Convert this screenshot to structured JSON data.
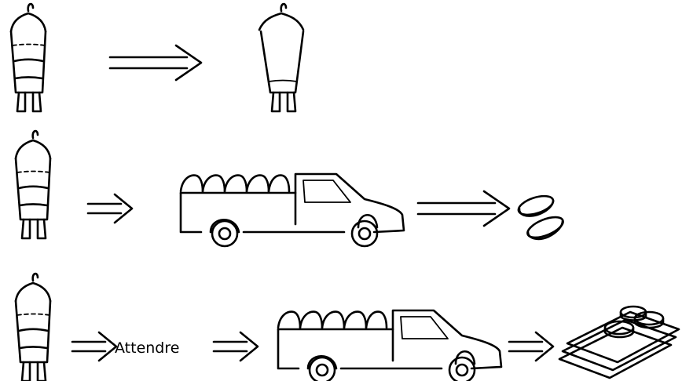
{
  "rows": [
    {
      "steps": [
        "beehive-full",
        "arrow",
        "beehive-empty"
      ]
    },
    {
      "steps": [
        "beehive",
        "arrow",
        "truck-loaded",
        "arrow",
        "coins-pair"
      ]
    },
    {
      "steps": [
        "beehive",
        "arrow",
        "wait-label",
        "arrow",
        "truck-loaded",
        "arrow",
        "money-pile"
      ]
    }
  ],
  "labels": {
    "wait": "Attendre"
  },
  "colors": {
    "ink": "#000000",
    "background": "#ffffff"
  }
}
